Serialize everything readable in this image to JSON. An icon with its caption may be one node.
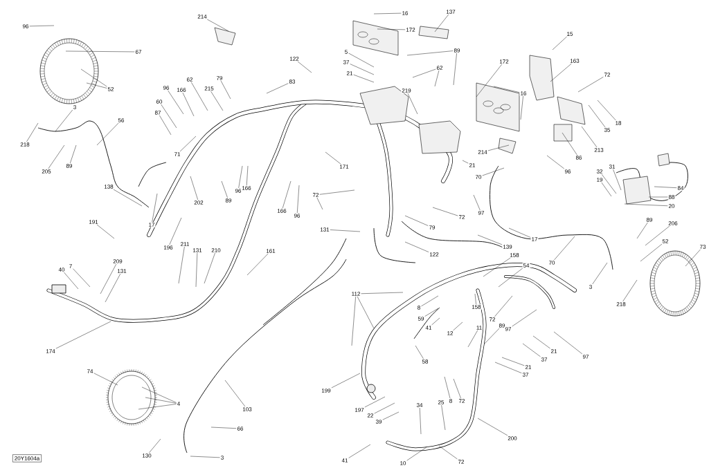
{
  "diagram": {
    "nodes": [
      {
        "text": [
          "214"
        ]
      },
      {
        "text": [
          "96"
        ]
      },
      {
        "text": [
          "16"
        ]
      },
      {
        "text": [
          "172"
        ]
      },
      {
        "text": [
          "137"
        ]
      },
      {
        "text": [
          "67"
        ]
      },
      {
        "text": [
          "52"
        ]
      },
      {
        "text": [
          "122"
        ]
      },
      {
        "text": [
          "5"
        ]
      },
      {
        "text": [
          "37"
        ]
      },
      {
        "text": [
          "21"
        ]
      },
      {
        "text": [
          "89"
        ]
      },
      {
        "text": [
          "62"
        ]
      },
      {
        "text": [
          "15"
        ]
      },
      {
        "text": [
          "172"
        ]
      },
      {
        "text": [
          "163"
        ]
      },
      {
        "text": [
          "16"
        ]
      },
      {
        "text": [
          "72"
        ]
      },
      {
        "text": [
          "18"
        ]
      },
      {
        "text": [
          "35"
        ]
      },
      {
        "text": [
          "83"
        ]
      },
      {
        "text": [
          "62"
        ]
      },
      {
        "text": [
          "79"
        ]
      },
      {
        "text": [
          "215"
        ]
      },
      {
        "text": [
          "96"
        ]
      },
      {
        "text": [
          "166"
        ]
      },
      {
        "text": [
          "60"
        ]
      },
      {
        "text": [
          "87"
        ]
      },
      {
        "text": [
          "3"
        ]
      },
      {
        "text": [
          "56"
        ]
      },
      {
        "text": [
          "218"
        ]
      },
      {
        "text": [
          "205"
        ]
      },
      {
        "text": [
          "89"
        ]
      },
      {
        "text": [
          "71"
        ]
      },
      {
        "text": [
          "219"
        ]
      },
      {
        "text": [
          "214"
        ]
      },
      {
        "text": [
          "86"
        ]
      },
      {
        "text": [
          "213"
        ]
      },
      {
        "text": [
          "96"
        ]
      },
      {
        "text": [
          "171"
        ]
      },
      {
        "text": [
          "21"
        ]
      },
      {
        "text": [
          "70"
        ]
      },
      {
        "text": [
          "97"
        ]
      },
      {
        "text": [
          "32"
        ]
      },
      {
        "text": [
          "31"
        ]
      },
      {
        "text": [
          "19"
        ]
      },
      {
        "text": [
          "84"
        ]
      },
      {
        "text": [
          "88"
        ]
      },
      {
        "text": [
          "20"
        ]
      },
      {
        "text": [
          "138"
        ]
      },
      {
        "text": [
          "17"
        ]
      },
      {
        "text": [
          "202"
        ]
      },
      {
        "text": [
          "89"
        ]
      },
      {
        "text": [
          "96"
        ]
      },
      {
        "text": [
          "166"
        ]
      },
      {
        "text": [
          "166"
        ]
      },
      {
        "text": [
          "96"
        ]
      },
      {
        "text": [
          "72"
        ]
      },
      {
        "text": [
          "72"
        ]
      },
      {
        "text": [
          "79"
        ]
      },
      {
        "text": [
          "131"
        ]
      },
      {
        "text": [
          "191"
        ]
      },
      {
        "text": [
          "196"
        ]
      },
      {
        "text": [
          "211"
        ]
      },
      {
        "text": [
          "131"
        ]
      },
      {
        "text": [
          "210"
        ]
      },
      {
        "text": [
          "161"
        ]
      },
      {
        "text": [
          "122"
        ]
      },
      {
        "text": [
          "139"
        ]
      },
      {
        "text": [
          "17"
        ]
      },
      {
        "text": [
          "89"
        ]
      },
      {
        "text": [
          "206"
        ]
      },
      {
        "text": [
          "70"
        ]
      },
      {
        "text": [
          "52"
        ]
      },
      {
        "text": [
          "73"
        ]
      },
      {
        "text": [
          "3"
        ]
      },
      {
        "text": [
          "218"
        ]
      },
      {
        "text": [
          "40"
        ]
      },
      {
        "text": [
          "7"
        ]
      },
      {
        "text": [
          "209"
        ]
      },
      {
        "text": [
          "131"
        ]
      },
      {
        "text": [
          "158"
        ]
      },
      {
        "text": [
          "54"
        ]
      },
      {
        "text": [
          "112"
        ]
      },
      {
        "text": [
          "8"
        ]
      },
      {
        "text": [
          "59"
        ]
      },
      {
        "text": [
          "41"
        ]
      },
      {
        "text": [
          "158"
        ]
      },
      {
        "text": [
          "12"
        ]
      },
      {
        "text": [
          "11"
        ]
      },
      {
        "text": [
          "72"
        ]
      },
      {
        "text": [
          "89"
        ]
      },
      {
        "text": [
          "97"
        ]
      },
      {
        "text": [
          "37"
        ]
      },
      {
        "text": [
          "21"
        ]
      },
      {
        "text": [
          "97"
        ]
      },
      {
        "text": [
          "21"
        ]
      },
      {
        "text": [
          "37"
        ]
      },
      {
        "text": [
          "58"
        ]
      },
      {
        "text": [
          "199"
        ]
      },
      {
        "text": [
          "197"
        ]
      },
      {
        "text": [
          "22"
        ]
      },
      {
        "text": [
          "39"
        ]
      },
      {
        "text": [
          "34"
        ]
      },
      {
        "text": [
          "25"
        ]
      },
      {
        "text": [
          "8"
        ]
      },
      {
        "text": [
          "72"
        ]
      },
      {
        "text": [
          "200"
        ]
      },
      {
        "text": [
          "41"
        ]
      },
      {
        "text": [
          "10"
        ]
      },
      {
        "text": [
          "72"
        ]
      },
      {
        "text": [
          "174"
        ]
      },
      {
        "text": [
          "74"
        ]
      },
      {
        "text": [
          "4"
        ]
      },
      {
        "text": [
          "103"
        ]
      },
      {
        "text": [
          "66"
        ]
      },
      {
        "text": [
          "130"
        ]
      },
      {
        "text": [
          "3"
        ]
      }
    ],
    "edges": [
      {
        "from": 0,
        "to": null,
        "arrow": "none"
      },
      {
        "from": 1,
        "to": null,
        "arrow": "none"
      },
      {
        "from": 2,
        "to": null,
        "arrow": "none"
      },
      {
        "from": 3,
        "to": null,
        "arrow": "none"
      },
      {
        "from": 4,
        "to": null,
        "arrow": "none"
      },
      {
        "from": 5,
        "to": null,
        "arrow": "none"
      },
      {
        "from": 6,
        "to": null,
        "arrow": "none"
      },
      {
        "from": 6,
        "to": null,
        "arrow": "none"
      },
      {
        "from": 7,
        "to": null,
        "arrow": "none"
      },
      {
        "from": 8,
        "to": null,
        "arrow": "none"
      },
      {
        "from": 9,
        "to": null,
        "arrow": "none"
      },
      {
        "from": 10,
        "to": null,
        "arrow": "none"
      },
      {
        "from": 11,
        "to": null,
        "arrow": "none"
      },
      {
        "from": 11,
        "to": null,
        "arrow": "none"
      },
      {
        "from": 12,
        "to": null,
        "arrow": "none"
      },
      {
        "from": 12,
        "to": null,
        "arrow": "none"
      },
      {
        "from": 13,
        "to": null,
        "arrow": "none"
      },
      {
        "from": 14,
        "to": null,
        "arrow": "none"
      },
      {
        "from": 15,
        "to": null,
        "arrow": "none"
      },
      {
        "from": 16,
        "to": null,
        "arrow": "none"
      },
      {
        "from": 16,
        "to": null,
        "arrow": "none"
      },
      {
        "from": 17,
        "to": null,
        "arrow": "none"
      },
      {
        "from": 18,
        "to": null,
        "arrow": "none"
      },
      {
        "from": 19,
        "to": null,
        "arrow": "none"
      },
      {
        "from": 20,
        "to": null,
        "arrow": "none"
      },
      {
        "from": 21,
        "to": null,
        "arrow": "none"
      },
      {
        "from": 22,
        "to": null,
        "arrow": "none"
      },
      {
        "from": 23,
        "to": null,
        "arrow": "none"
      },
      {
        "from": 24,
        "to": null,
        "arrow": "none"
      },
      {
        "from": 25,
        "to": null,
        "arrow": "none"
      },
      {
        "from": 26,
        "to": null,
        "arrow": "none"
      },
      {
        "from": 27,
        "to": null,
        "arrow": "none"
      },
      {
        "from": 28,
        "to": null,
        "arrow": "none"
      },
      {
        "from": 29,
        "to": null,
        "arrow": "none"
      },
      {
        "from": 30,
        "to": null,
        "arrow": "none"
      },
      {
        "from": 31,
        "to": null,
        "arrow": "none"
      },
      {
        "from": 32,
        "to": null,
        "arrow": "none"
      },
      {
        "from": 33,
        "to": null,
        "arrow": "none"
      },
      {
        "from": 34,
        "to": null,
        "arrow": "none"
      },
      {
        "from": 35,
        "to": null,
        "arrow": "none"
      },
      {
        "from": 36,
        "to": null,
        "arrow": "none"
      },
      {
        "from": 37,
        "to": null,
        "arrow": "none"
      },
      {
        "from": 38,
        "to": null,
        "arrow": "none"
      },
      {
        "from": 39,
        "to": null,
        "arrow": "none"
      },
      {
        "from": 40,
        "to": null,
        "arrow": "none"
      },
      {
        "from": 41,
        "to": null,
        "arrow": "none"
      },
      {
        "from": 42,
        "to": null,
        "arrow": "none"
      },
      {
        "from": 43,
        "to": null,
        "arrow": "none"
      },
      {
        "from": 44,
        "to": null,
        "arrow": "none"
      },
      {
        "from": 45,
        "to": null,
        "arrow": "none"
      },
      {
        "from": 46,
        "to": null,
        "arrow": "none"
      },
      {
        "from": 47,
        "to": null,
        "arrow": "none"
      },
      {
        "from": 48,
        "to": null,
        "arrow": "none"
      },
      {
        "from": 49,
        "to": null,
        "arrow": "none"
      },
      {
        "from": 50,
        "to": null,
        "arrow": "none"
      },
      {
        "from": 51,
        "to": null,
        "arrow": "none"
      },
      {
        "from": 52,
        "to": null,
        "arrow": "none"
      },
      {
        "from": 53,
        "to": null,
        "arrow": "none"
      },
      {
        "from": 54,
        "to": null,
        "arrow": "none"
      },
      {
        "from": 55,
        "to": null,
        "arrow": "none"
      },
      {
        "from": 56,
        "to": null,
        "arrow": "none"
      },
      {
        "from": 57,
        "to": null,
        "arrow": "none"
      },
      {
        "from": 57,
        "to": null,
        "arrow": "none"
      },
      {
        "from": 58,
        "to": null,
        "arrow": "none"
      },
      {
        "from": 59,
        "to": null,
        "arrow": "none"
      },
      {
        "from": 60,
        "to": null,
        "arrow": "none"
      },
      {
        "from": 61,
        "to": null,
        "arrow": "none"
      },
      {
        "from": 62,
        "to": null,
        "arrow": "none"
      },
      {
        "from": 63,
        "to": null,
        "arrow": "none"
      },
      {
        "from": 64,
        "to": null,
        "arrow": "none"
      },
      {
        "from": 65,
        "to": null,
        "arrow": "none"
      },
      {
        "from": 66,
        "to": null,
        "arrow": "none"
      },
      {
        "from": 67,
        "to": null,
        "arrow": "none"
      },
      {
        "from": 68,
        "to": null,
        "arrow": "none"
      },
      {
        "from": 69,
        "to": null,
        "arrow": "none"
      },
      {
        "from": 70,
        "to": null,
        "arrow": "none"
      },
      {
        "from": 71,
        "to": null,
        "arrow": "none"
      },
      {
        "from": 72,
        "to": null,
        "arrow": "none"
      },
      {
        "from": 73,
        "to": null,
        "arrow": "none"
      },
      {
        "from": 74,
        "to": null,
        "arrow": "none"
      },
      {
        "from": 75,
        "to": null,
        "arrow": "none"
      },
      {
        "from": 76,
        "to": null,
        "arrow": "none"
      },
      {
        "from": 77,
        "to": null,
        "arrow": "none"
      },
      {
        "from": 78,
        "to": null,
        "arrow": "none"
      },
      {
        "from": 79,
        "to": null,
        "arrow": "none"
      },
      {
        "from": 80,
        "to": null,
        "arrow": "none"
      },
      {
        "from": 81,
        "to": null,
        "arrow": "none"
      },
      {
        "from": 82,
        "to": null,
        "arrow": "none"
      },
      {
        "from": 83,
        "to": null,
        "arrow": "none"
      },
      {
        "from": 83,
        "to": null,
        "arrow": "none"
      },
      {
        "from": 83,
        "to": null,
        "arrow": "none"
      },
      {
        "from": 84,
        "to": null,
        "arrow": "none"
      },
      {
        "from": 85,
        "to": null,
        "arrow": "none"
      },
      {
        "from": 86,
        "to": null,
        "arrow": "none"
      },
      {
        "from": 87,
        "to": null,
        "arrow": "none"
      },
      {
        "from": 88,
        "to": null,
        "arrow": "none"
      },
      {
        "from": 89,
        "to": null,
        "arrow": "none"
      },
      {
        "from": 90,
        "to": null,
        "arrow": "none"
      },
      {
        "from": 91,
        "to": null,
        "arrow": "none"
      },
      {
        "from": 92,
        "to": null,
        "arrow": "none"
      },
      {
        "from": 93,
        "to": null,
        "arrow": "none"
      },
      {
        "from": 94,
        "to": null,
        "arrow": "none"
      },
      {
        "from": 95,
        "to": null,
        "arrow": "none"
      },
      {
        "from": 96,
        "to": null,
        "arrow": "none"
      },
      {
        "from": 97,
        "to": null,
        "arrow": "none"
      },
      {
        "from": 98,
        "to": null,
        "arrow": "none"
      },
      {
        "from": 99,
        "to": null,
        "arrow": "none"
      },
      {
        "from": 100,
        "to": null,
        "arrow": "none"
      },
      {
        "from": 101,
        "to": null,
        "arrow": "none"
      },
      {
        "from": 102,
        "to": null,
        "arrow": "none"
      },
      {
        "from": 103,
        "to": null,
        "arrow": "none"
      },
      {
        "from": 104,
        "to": null,
        "arrow": "none"
      },
      {
        "from": 105,
        "to": null,
        "arrow": "none"
      },
      {
        "from": 106,
        "to": null,
        "arrow": "none"
      },
      {
        "from": 107,
        "to": null,
        "arrow": "none"
      },
      {
        "from": 108,
        "to": null,
        "arrow": "none"
      },
      {
        "from": 109,
        "to": null,
        "arrow": "none"
      },
      {
        "from": 110,
        "to": null,
        "arrow": "none"
      },
      {
        "from": 111,
        "to": null,
        "arrow": "none"
      },
      {
        "from": 112,
        "to": null,
        "arrow": "none"
      },
      {
        "from": 113,
        "to": null,
        "arrow": "none"
      },
      {
        "from": 113,
        "to": null,
        "arrow": "none"
      },
      {
        "from": 113,
        "to": null,
        "arrow": "none"
      },
      {
        "from": 114,
        "to": null,
        "arrow": "none"
      },
      {
        "from": 115,
        "to": null,
        "arrow": "none"
      },
      {
        "from": 116,
        "to": null,
        "arrow": "none"
      },
      {
        "from": 117,
        "to": null,
        "arrow": "none"
      }
    ],
    "labels": [
      "20Y1604a"
    ]
  }
}
